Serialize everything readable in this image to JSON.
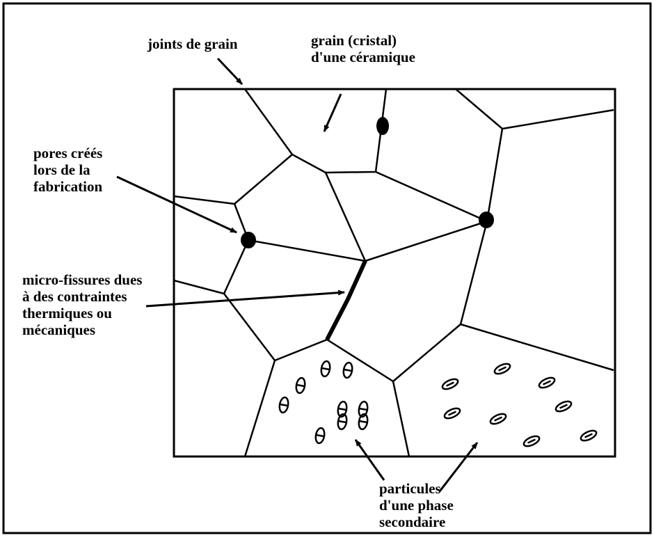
{
  "labels": {
    "joints": [
      "joints de grain"
    ],
    "grain": [
      "grain (cristal)",
      "d'une céramique"
    ],
    "pores": [
      "pores créés",
      "lors de la",
      "fabrication"
    ],
    "fissures": [
      "micro-fissures dues",
      "à des contraintes",
      "thermiques ou",
      "mécaniques"
    ],
    "particules": [
      "particules",
      "d'une phase",
      "secondaire"
    ]
  }
}
